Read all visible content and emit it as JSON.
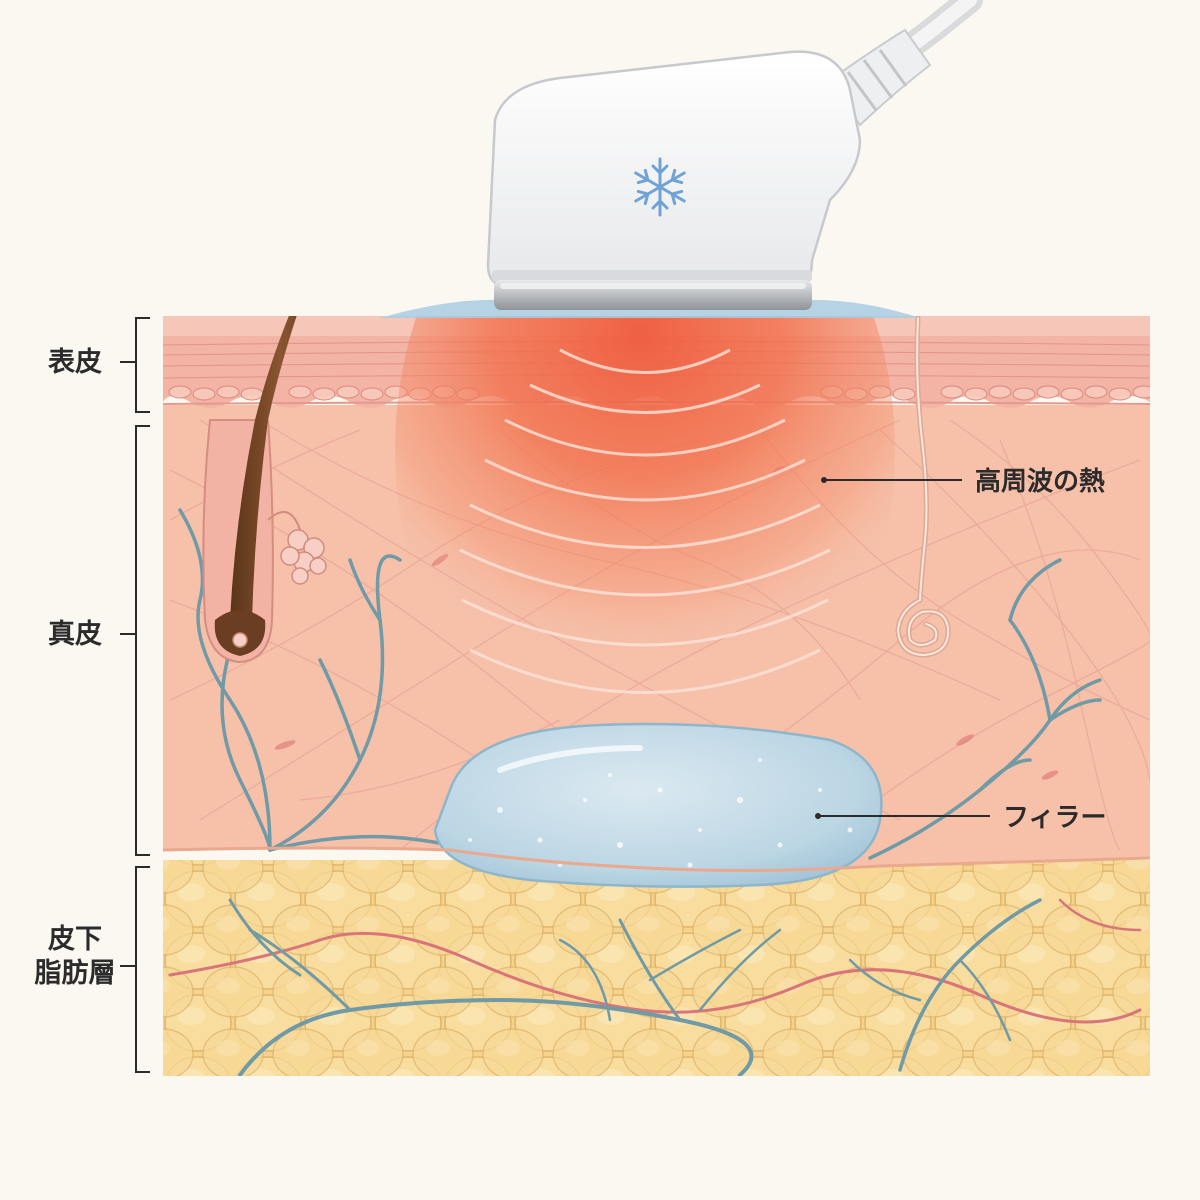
{
  "layers": {
    "epidermis": "表皮",
    "dermis": "真皮",
    "subcutaneous_line1": "皮下",
    "subcutaneous_line2": "脂肪層"
  },
  "callouts": {
    "rf_heat": "高周波の熱",
    "filler": "フィラー"
  },
  "icons": {
    "probe": "snowflake-icon"
  },
  "colors": {
    "background": "#fbf8f2",
    "epidermis": "#f3b7a8",
    "dermis": "#f6c0a9",
    "fat": "#f5d48e",
    "heat": "#f26a4d",
    "filler": "#bcd6e4",
    "vessel_vein": "#6f9aa6",
    "vessel_artery": "#d9757a",
    "hair": "#7a4a2b"
  }
}
